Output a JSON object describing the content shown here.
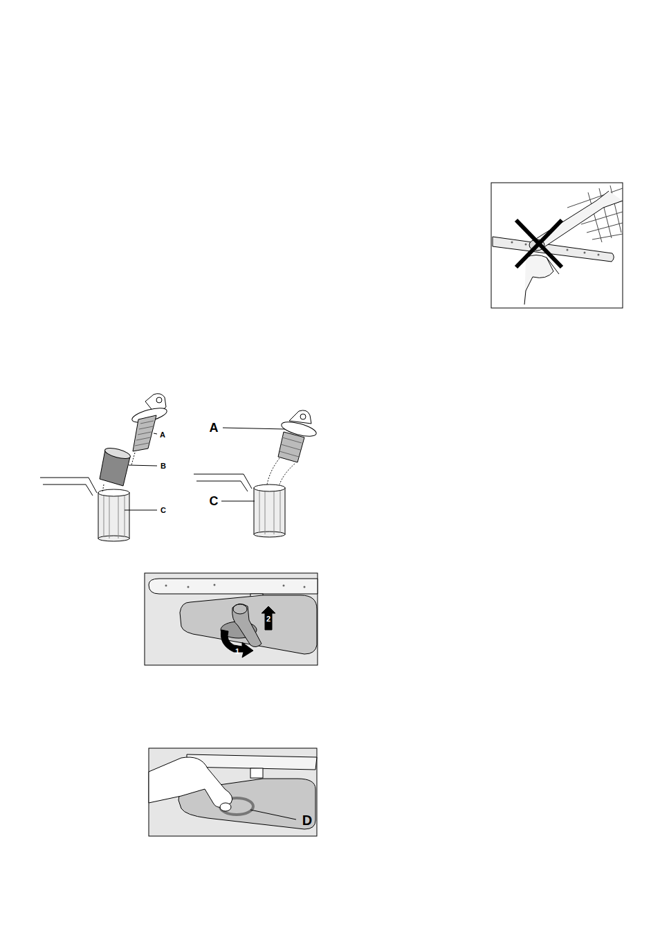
{
  "diagram": {
    "labels": [
      "A",
      "B",
      "C",
      "A",
      "C",
      "1",
      "2",
      "D"
    ]
  }
}
